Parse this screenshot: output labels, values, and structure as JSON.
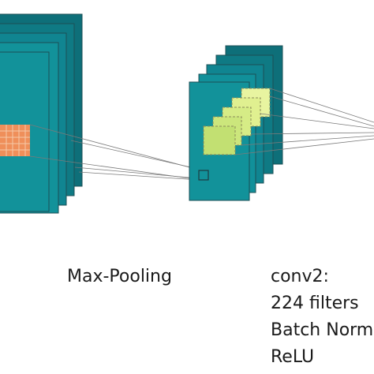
{
  "labels": {
    "pooling": "Max-Pooling",
    "conv2_title": "conv2:",
    "conv2_filters": "224 filters",
    "conv2_batchnorm": "Batch Norm",
    "conv2_activation": "ReLU"
  },
  "colors": {
    "slab_front": "#12929a",
    "slab_back": "#0e6f79",
    "slab_edge": "#1c4f55",
    "kernel_grid": "#ef8f5a",
    "filter_highlight_light": "#f2f6a8",
    "filter_highlight_mid": "#d8ee8a",
    "filter_highlight_dark": "#b8dc6e",
    "connector_line": "#7a7a7a"
  }
}
